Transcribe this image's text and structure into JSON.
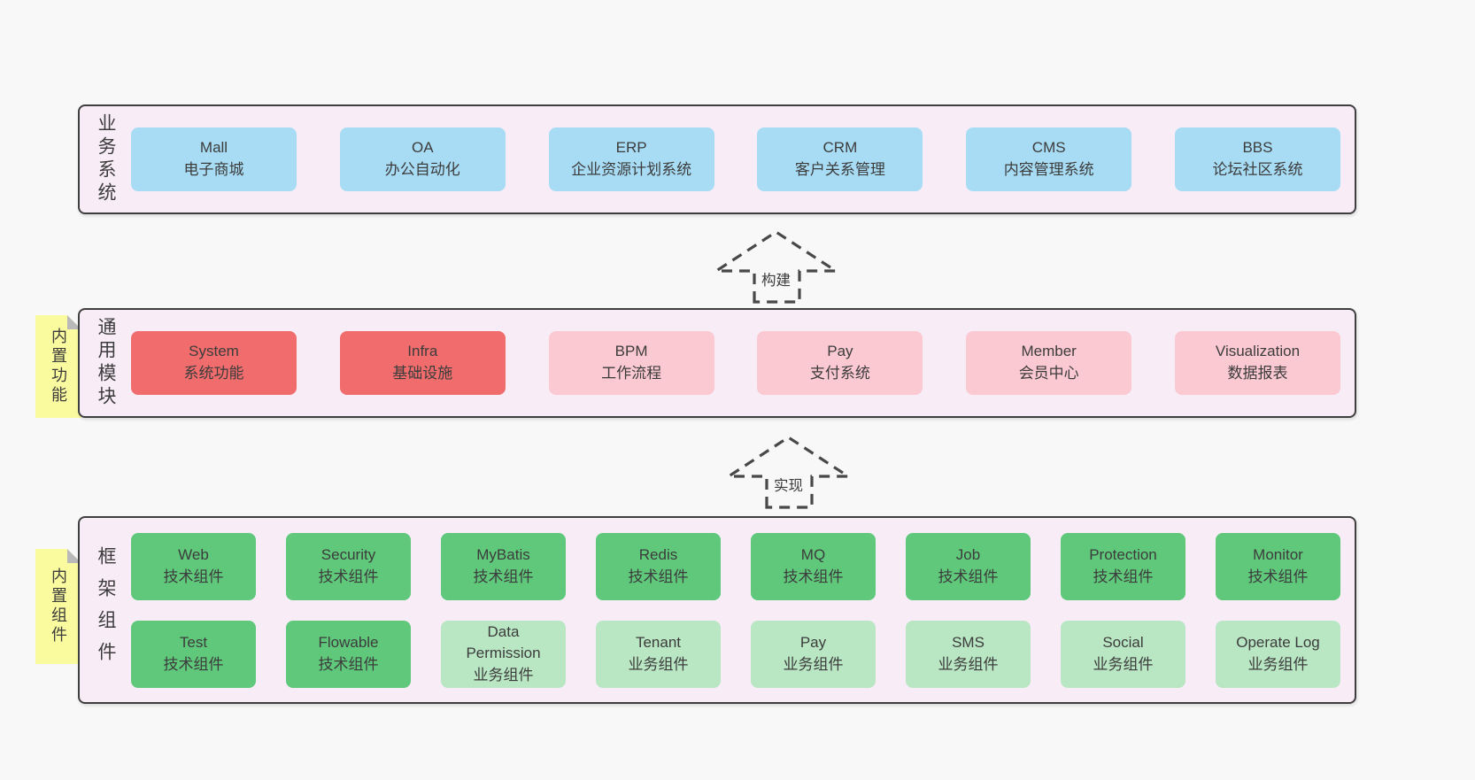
{
  "colors": {
    "page_bg": "#f8f8f8",
    "panel_bg": "#f8edf7",
    "panel_border": "#3f3f3f",
    "box_text": "#3c3c3c",
    "blue": "#a8dcf4",
    "red": "#f16c6c",
    "pink": "#fbc9d2",
    "green": "#5fc87b",
    "light_green": "#b9e6c3",
    "note_bg": "#fafa9f",
    "note_fold": "#b9b9b9",
    "arrow_stroke": "#484848"
  },
  "layers": [
    {
      "id": "business-systems",
      "label": "业务系统",
      "columns": 6,
      "boxes": [
        {
          "title": "Mall",
          "subtitle": "电子商城",
          "color": "blue"
        },
        {
          "title": "OA",
          "subtitle": "办公自动化",
          "color": "blue"
        },
        {
          "title": "ERP",
          "subtitle": "企业资源计划系统",
          "color": "blue"
        },
        {
          "title": "CRM",
          "subtitle": "客户关系管理",
          "color": "blue"
        },
        {
          "title": "CMS",
          "subtitle": "内容管理系统",
          "color": "blue"
        },
        {
          "title": "BBS",
          "subtitle": "论坛社区系统",
          "color": "blue"
        }
      ]
    },
    {
      "id": "common-modules",
      "label": "通用模块",
      "note": "内置功能",
      "columns": 6,
      "boxes": [
        {
          "title": "System",
          "subtitle": "系统功能",
          "color": "red"
        },
        {
          "title": "Infra",
          "subtitle": "基础设施",
          "color": "red"
        },
        {
          "title": "BPM",
          "subtitle": "工作流程",
          "color": "pink"
        },
        {
          "title": "Pay",
          "subtitle": "支付系统",
          "color": "pink"
        },
        {
          "title": "Member",
          "subtitle": "会员中心",
          "color": "pink"
        },
        {
          "title": "Visualization",
          "subtitle": "数据报表",
          "color": "pink"
        }
      ]
    },
    {
      "id": "framework-components",
      "label": "框架组件",
      "note": "内置组件",
      "columns": 8,
      "boxes": [
        {
          "title": "Web",
          "subtitle": "技术组件",
          "color": "green"
        },
        {
          "title": "Security",
          "subtitle": "技术组件",
          "color": "green"
        },
        {
          "title": "MyBatis",
          "subtitle": "技术组件",
          "color": "green"
        },
        {
          "title": "Redis",
          "subtitle": "技术组件",
          "color": "green"
        },
        {
          "title": "MQ",
          "subtitle": "技术组件",
          "color": "green"
        },
        {
          "title": "Job",
          "subtitle": "技术组件",
          "color": "green"
        },
        {
          "title": "Protection",
          "subtitle": "技术组件",
          "color": "green"
        },
        {
          "title": "Monitor",
          "subtitle": "技术组件",
          "color": "green"
        },
        {
          "title": "Test",
          "subtitle": "技术组件",
          "color": "green"
        },
        {
          "title": "Flowable",
          "subtitle": "技术组件",
          "color": "green"
        },
        {
          "title": "Data Permission",
          "subtitle": "业务组件",
          "color": "light_green"
        },
        {
          "title": "Tenant",
          "subtitle": "业务组件",
          "color": "light_green"
        },
        {
          "title": "Pay",
          "subtitle": "业务组件",
          "color": "light_green"
        },
        {
          "title": "SMS",
          "subtitle": "业务组件",
          "color": "light_green"
        },
        {
          "title": "Social",
          "subtitle": "业务组件",
          "color": "light_green"
        },
        {
          "title": "Operate Log",
          "subtitle": "业务组件",
          "color": "light_green"
        }
      ]
    }
  ],
  "arrows": [
    {
      "label": "构建"
    },
    {
      "label": "实现"
    }
  ]
}
